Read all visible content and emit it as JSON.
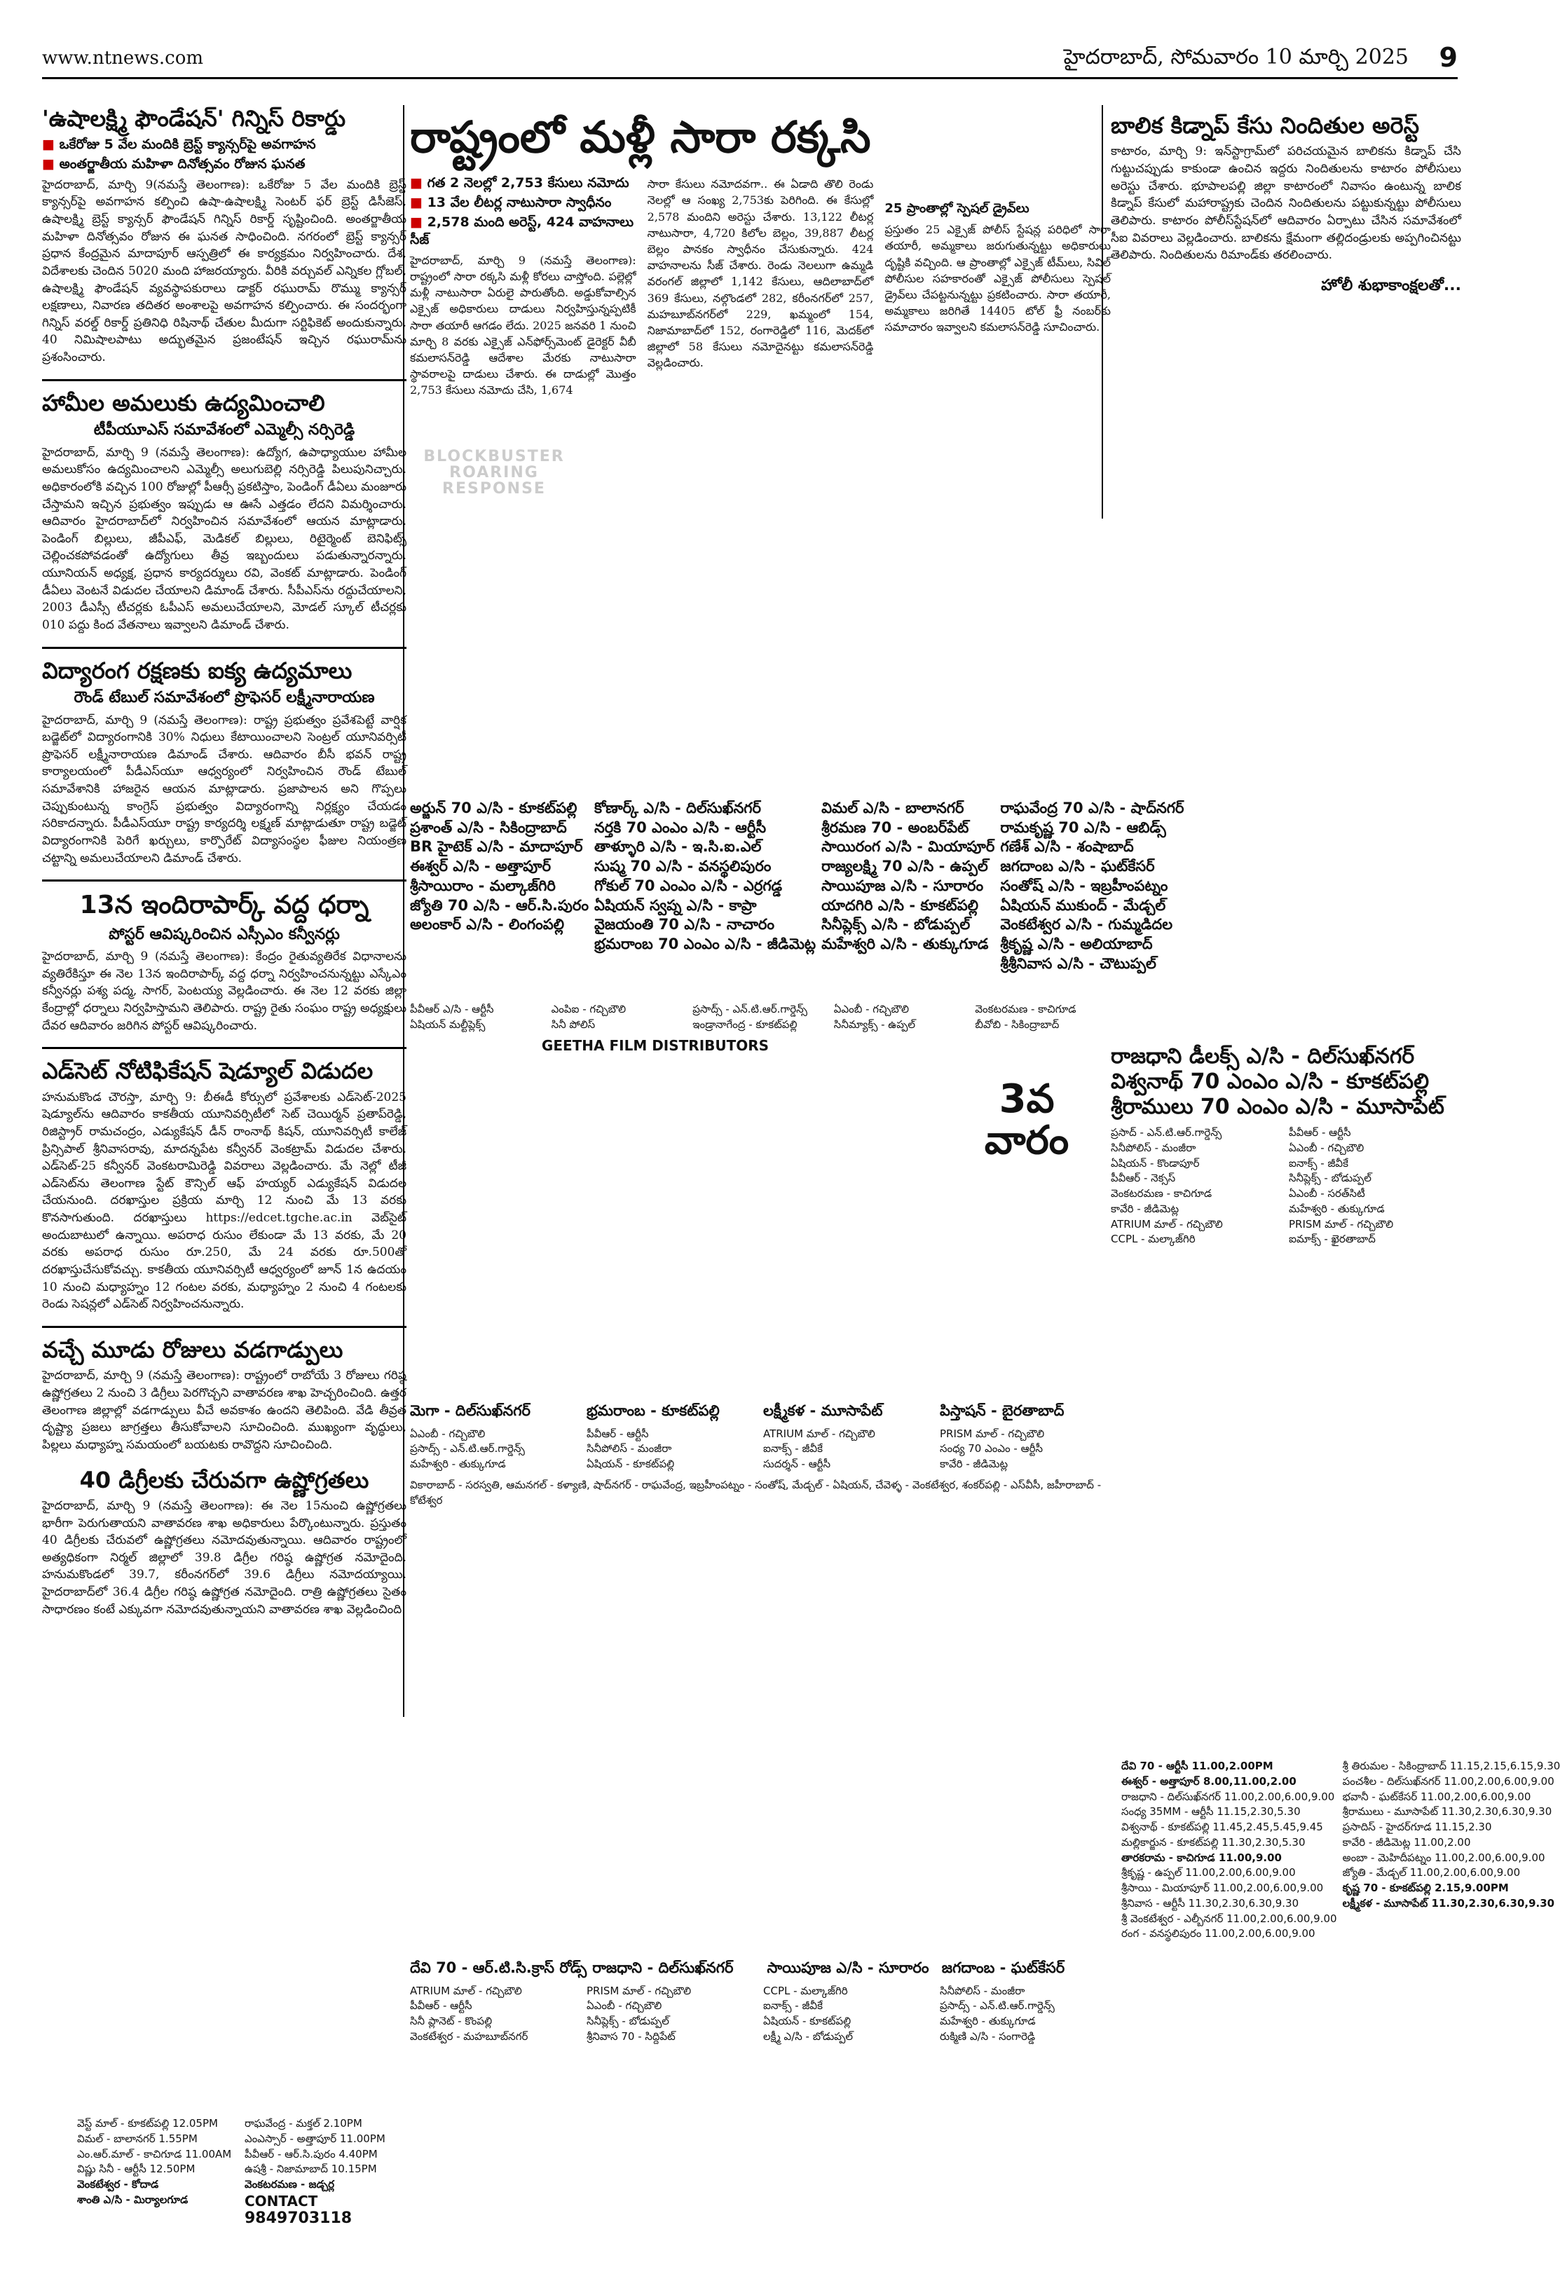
{
  "header": {
    "url": "www.ntnews.com",
    "date": "హైదరాబాద్, సోమవారం 10 మార్చి 2025",
    "page": "9"
  },
  "left_column": [
    {
      "title": "'ఉషాలక్ష్మి ఫౌండేషన్' గిన్నిస్ రికార్డు",
      "bullets": [
        "ఒకేరోజు 5 వేల మందికి బ్రెస్ట్ క్యాన్సర్‌పై అవగాహన",
        "అంతర్జాతీయ మహిళా దినోత్సవం రోజున ఘనత"
      ],
      "body": "హైదరాబాద్, మార్చి 9(నమస్తే తెలంగాణ): ఒకేరోజు 5 వేల మందికి బ్రెస్ట్ క్యాన్సర్‌పై అవగాహన కల్పించి ఉషా-ఉషాలక్ష్మి సెంటర్ ఫర్ బ్రెస్ట్ డిసీజెస్, ఉషాలక్ష్మి బ్రెస్ట్ క్యాన్సర్ ఫౌండేషన్ గిన్నిస్ రికార్డ్ సృష్టించింది. అంతర్జాతీయ మహిళా దినోత్సవం రోజున ఈ ఘనత సాధించింది. నగరంలో బ్రెస్ట్ క్యాన్సర్ ప్రధాన కేంద్రమైన మాదాపూర్ ఆస్పత్రిలో ఈ కార్యక్రమం నిర్వహించారు. దేశ, విదేశాలకు చెందిన 5020 మంది హాజరయ్యారు. వీరికి వర్చువల్ ఎన్నికల గ్లోబల్, ఉషాలక్ష్మి ఫౌండేషన్ వ్యవస్థాపకురాలు డాక్టర్ రఘురామ్ రొమ్ము క్యాన్సర్ లక్షణాలు, నివారణ తదితర అంశాలపై అవగాహన కల్పించారు. ఈ సందర్భంగా గిన్నిస్ వరల్డ్ రికార్డ్ ప్రతినిధి రిషినాథ్ చేతుల మీదుగా సర్టిఫికెట్ అందుకున్నారు. 40 నిమిషాలపాటు అద్భుతమైన ప్రజంటేషన్ ఇచ్చిన రఘురామ్‌ను ప్రశంసించారు."
    },
    {
      "title": "హామీల అమలుకు ఉద్యమించాలి",
      "subtitle": "టీపీయూఎస్ సమావేశంలో ఎమ్మెల్సీ నర్సిరెడ్డి",
      "body": "హైదరాబాద్, మార్చి 9 (నమస్తే తెలంగాణ): ఉద్యోగ, ఉపాధ్యాయుల హామీల అమలుకోసం ఉద్యమించాలని ఎమ్మెల్సీ అలుగుబెల్లి నర్సిరెడ్డి పిలుపునిచ్చారు. అధికారంలోకి వచ్చిన 100 రోజుల్లో పీఆర్సీ ప్రకటిస్తాం, పెండింగ్ డీఏలు మంజూరు చేస్తామని ఇచ్చిన ప్రభుత్వం ఇప్పుడు ఆ ఊసే ఎత్తడం లేదని విమర్శించారు. ఆదివారం హైదరాబాద్‌లో నిర్వహించిన సమావేశంలో ఆయన మాట్లాడారు. పెండింగ్ బిల్లులు, జీపీఎఫ్, మెడికల్ బిల్లులు, రిటైర్మెంట్ బెనిఫిట్స్ చెల్లించకపోవడంతో ఉద్యోగులు తీవ్ర ఇబ్బందులు పడుతున్నారన్నారు. యూనియన్ అధ్యక్ష, ప్రధాన కార్యదర్శులు రవి, వెంకట్ మాట్లాడారు. పెండింగ్ డీఏలు వెంటనే విడుదల చేయాలని డిమాండ్ చేశారు. సీపీఎస్‌ను రద్దుచేయాలని, 2003 డీఎస్సీ టీచర్లకు ఓపీఎస్ అమలుచేయాలని, మోడల్ స్కూల్ టీచర్లకు 010 పద్దు కింద వేతనాలు ఇవ్వాలని డిమాండ్ చేశారు."
    },
    {
      "title": "విద్యారంగ రక్షణకు ఐక్య ఉద్యమాలు",
      "subtitle": "రౌండ్ టేబుల్ సమావేశంలో ప్రొఫెసర్ లక్ష్మీనారాయణ",
      "body": "హైదరాబాద్, మార్చి 9 (నమస్తే తెలంగాణ): రాష్ట్ర ప్రభుత్వం ప్రవేశపెట్టే వార్షిక బడ్జెట్‌లో విద్యారంగానికి 30% నిధులు కేటాయించాలని సెంట్రల్ యూనివర్సిటీ ప్రొఫెసర్ లక్ష్మీనారాయణ డిమాండ్ చేశారు. ఆదివారం బీసీ భవన్ రాష్ట్ర కార్యాలయంలో పీడీఎస్‌యూ ఆధ్వర్యంలో నిర్వహించిన రౌండ్ టేబుల్ సమావేశానికి హాజరైన ఆయన మాట్లాడారు. ప్రజాపాలన అని గొప్పలు చెప్పుకుంటున్న కాంగ్రెస్ ప్రభుత్వం విద్యారంగాన్ని నిర్లక్ష్యం చేయడం సరికాదన్నారు. పీడీఎస్‌యూ రాష్ట్ర కార్యదర్శి లక్ష్మణ్ మాట్లాడుతూ రాష్ట్ర బడ్జెట్ విద్యారంగానికి పెరిగే ఖర్చులు, కార్పొరేట్ విద్యాసంస్థల ఫీజుల నియంత్రణ చట్టాన్ని అమలుచేయాలని డిమాండ్ చేశారు."
    },
    {
      "title": "13న ఇందిరాపార్క్ వద్ద ధర్నా",
      "subtitle": "పోస్టర్ ఆవిష్కరించిన ఎస్సీఎం కన్వీనర్లు",
      "body": "హైదరాబాద్, మార్చి 9 (నమస్తే తెలంగాణ): కేంద్రం రైతువ్యతిరేక విధానాలను వ్యతిరేకిస్తూ ఈ నెల 13న ఇందిరాపార్క్ వద్ద ధర్నా నిర్వహించనున్నట్టు ఎస్కేఎం కన్వీనర్లు పశ్య పద్మ, సాగర్, పెంటయ్య వెల్లడించారు. ఈ నెల 12 వరకు జిల్లా కేంద్రాల్లో ధర్నాలు నిర్వహిస్తామని తెలిపారు. రాష్ట్ర రైతు సంఘం రాష్ట్ర అధ్యక్షులు దేవర ఆదివారం జరిగిన పోస్టర్ ఆవిష్కరించారు."
    },
    {
      "title": "ఎడ్‌సెట్ నోటిఫికేషన్ షెడ్యూల్ విడుదల",
      "body": "హనుమకొండ చౌరస్తా, మార్చి 9: బీఈడీ కోర్సులో ప్రవేశాలకు ఎడ్‌సెట్-2025 షెడ్యూల్‌ను ఆదివారం కాకతీయ యూనివర్సిటీలో సెట్ చెయిర్మన్ ప్రతాప్‌రెడ్డి, రిజిస్ట్రార్ రామచంద్రం, ఎడ్యుకేషన్ డీన్ రాంనాథ్ కిషన్, యూనివర్సిటీ కాలేజ్ ప్రిన్సిపాల్ శ్రీనివాసరావు, మాదన్నపేట కన్వీనర్ వెంకట్రామ్ విడుదల చేశారు. ఎడ్‌సెట్-25 కన్వీనర్ వెంకటరామిరెడ్డి వివరాలు వెల్లడించారు. మే నెల్లో టీజీ ఎడ్‌సెట్‌ను తెలంగాణ స్టేట్ కౌన్సిల్ ఆఫ్ హయ్యర్ ఎడ్యుకేషన్ విడుదల చేయనుంది. దరఖాస్తుల ప్రక్రియ మార్చి 12 నుంచి మే 13 వరకు కొనసాగుతుంది. దరఖాస్తులు https://edcet.tgche.ac.in వెబ్‌సైట్ అందుబాటులో ఉన్నాయి. అపరాధ రుసుం లేకుండా మే 13 వరకు, మే 20 వరకు అపరాధ రుసుం రూ.250, మే 24 వరకు రూ.500తో దరఖాస్తుచేసుకోవచ్చు. కాకతీయ యూనివర్సిటీ ఆధ్వర్యంలో జూన్ 1న ఉదయం 10 నుంచి మధ్యాహ్నం 12 గంటల వరకు, మధ్యాహ్నం 2 నుంచి 4 గంటలకు రెండు సెషన్లలో ఎడ్‌సెట్ నిర్వహించనున్నారు."
    },
    {
      "title": "వచ్చే మూడు రోజులు వడగాడ్పులు",
      "body": "హైదరాబాద్, మార్చి 9 (నమస్తే తెలంగాణ): రాష్ట్రంలో రాబోయే 3 రోజులు గరిష్ఠ ఉష్ణోగ్రతలు 2 నుంచి 3 డిగ్రీలు పెరగొచ్చని వాతావరణ శాఖ హెచ్చరించింది. ఉత్తర తెలంగాణ జిల్లాల్లో వడగాడ్పులు వీచే అవకాశం ఉందని తెలిపింది. వేడి తీవ్రత దృష్ట్యా ప్రజలు జాగ్రత్తలు తీసుకోవాలని సూచించింది. ముఖ్యంగా వృద్ధులు, పిల్లలు మధ్యాహ్న సమయంలో బయటకు రావొద్దని సూచించింది."
    },
    {
      "title": "40 డిగ్రీలకు చేరువగా ఉష్ణోగ్రతలు",
      "body": "హైదరాబాద్, మార్చి 9 (నమస్తే తెలంగాణ): ఈ నెల 15నుంచి ఉష్ణోగ్రతలు భారీగా పెరుగుతాయని వాతావరణ శాఖ అధికారులు పేర్కొంటున్నారు. ప్రస్తుతం 40 డిగ్రీలకు చేరువలో ఉష్ణోగ్రతలు నమోదవుతున్నాయి. ఆదివారం రాష్ట్రంలో అత్యధికంగా నిర్మల్ జిల్లాలో 39.8 డిగ్రీల గరిష్ఠ ఉష్ణోగ్రత నమోదైంది. హనుమకొండలో 39.7, కరీంనగర్‌లో 39.6 డిగ్రీలు నమోదయ్యాయి. హైదరాబాద్‌లో 36.4 డిగ్రీల గరిష్ఠ ఉష్ణోగ్రత నమోదైంది. రాత్రి ఉష్ణోగ్రతలు సైతం సాధారణం కంటే ఎక్కువగా నమోదవుతున్నాయని వాతావరణ శాఖ వెల్లడించింది."
    }
  ],
  "lead": {
    "title": "రాష్ట్రంలో మళ్లీ సారా రక్కసి",
    "bullets": [
      "గత 2 నెలల్లో 2,753 కేసులు నమోదు",
      "13 వేల లీటర్ల నాటుసారా స్వాధీనం",
      "2,578 మంది అరెస్ట్, 424 వాహనాలు సీజ్"
    ],
    "col1": "హైదరాబాద్, మార్చి 9 (నమస్తే తెలంగాణ): రాష్ట్రంలో సారా రక్కసి మళ్లీ కోరలు చాస్తోంది. పల్లెల్లో మళ్లీ నాటుసారా ఏరులై పారుతోంది. అడ్డుకోవాల్సిన ఎక్సైజ్ అధికారులు దాడులు నిర్వహిస్తున్నప్పటికీ సారా తయారీ ఆగడం లేదు. 2025 జనవరి 1 నుంచి మార్చి 8 వరకు ఎక్సైజ్ ఎన్‌ఫోర్స్‌మెంట్ డైరెక్టర్ వీబీ కమలాసన్‌రెడ్డి ఆదేశాల మేరకు నాటుసారా స్థావరాలపై దాడులు చేశారు. ఈ దాడుల్లో మొత్తం 2,753 కేసులు నమోదు చేసి, 1,674",
    "col2": "సారా కేసులు నమోదవగా.. ఈ ఏడాది తొలి రెండు నెలల్లో ఆ సంఖ్య 2,753కు పెరిగింది. ఈ కేసుల్లో 2,578 మందిని అరెస్టు చేశారు. 13,122 లీటర్ల నాటుసారా, 4,720 కిలోల బెల్లం, 39,887 లీటర్ల బెల్లం పానకం స్వాధీనం చేసుకున్నారు. 424 వాహనాలను సీజ్ చేశారు. రెండు నెలలుగా ఉమ్మడి వరంగల్ జిల్లాలో 1,142 కేసులు, ఆదిలాబాద్‌లో 369 కేసులు, నల్గొండలో 282, కరీంనగర్‌లో 257, మహబూబ్‌నగర్‌లో 229, ఖమ్మంలో 154, నిజామాబాద్‌లో 152, రంగారెడ్డిలో 116, మెదక్‌లో జిల్లాలో 58 కేసులు నమోదైనట్టు కమలాసన్‌రెడ్డి వెల్లడించారు.",
    "col3_head": "25 ప్రాంతాల్లో స్పెషల్ డ్రైవ్‌లు",
    "col3": "ప్రస్తుతం 25 ఎక్సైజ్ పోలీస్ స్టేషన్ల పరిధిలో సారా తయారీ, అమ్మకాలు జరుగుతున్నట్టు అధికారులు దృష్టికి వచ్చింది. ఆ ప్రాంతాల్లో ఎక్సైజ్ టీమ్‌లు, సివిల్ పోలీసుల సహకారంతో ఎక్సైజ్ పోలీసులు స్పెషల్ డ్రైవ్‌లు చేపట్టనున్నట్టు ప్రకటించారు. సారా తయారీ, అమ్మకాలు జరిగితే 14405 టోల్ ఫ్రీ నంబర్‌కు సమాచారం ఇవ్వాలని కమలాసన్‌రెడ్డి సూచించారు."
  },
  "right_story": {
    "title": "బాలిక కిడ్నాప్ కేసు నిందితుల అరెస్ట్",
    "body": "కాటారం, మార్చి 9: ఇన్‌స్టాగ్రామ్‌లో పరిచయమైన బాలికను కిడ్నాప్ చేసి గుట్టుచప్పుడు కాకుండా ఉంచిన ఇద్దరు నిందితులను కాటారం పోలీసులు అరెస్టు చేశారు. భూపాలపల్లి జిల్లా కాటారంలో నివాసం ఉంటున్న బాలిక కిడ్నాప్ కేసులో మహారాష్ట్రకు చెందిన నిందితులను పట్టుకున్నట్టు పోలీసులు తెలిపారు. కాటారం పోలీస్‌స్టేషన్‌లో ఆదివారం ఏర్పాటు చేసిన సమావేశంలో సీఐ వివరాలు వెల్లడించారు. బాలికను క్షేమంగా తల్లిదండ్రులకు అప్పగించినట్టు తెలిపారు. నిందితులను రిమాండ్‌కు తరలించారు.",
    "holi": "హోలీ శుభాకాంక్షలతో..."
  },
  "ad1": {
    "stamp": [
      "BLOCKBUSTER",
      "ROARING",
      "RESPONSE"
    ],
    "cols": [
      [
        "అర్జున్ 70 ఎ/సి - కూకట్‌పల్లి",
        "ప్రశాంత్ ఎ/సి - సికింద్రాబాద్",
        "BR హైటెక్ ఎ/సి - మాదాపూర్",
        "ఈశ్వర్ ఎ/సి - అత్తాపూర్",
        "శ్రీసాయిరాం - మల్కాజ్‌గిరి",
        "జ్యోతి 70 ఎ/సి - ఆర్.సి.పురం",
        "అలంకార్ ఎ/సి - లింగంపల్లి"
      ],
      [
        "కోణార్క్ ఎ/సి - దిల్‌సుఖ్‌నగర్",
        "నర్తకి 70 ఎంఎం ఎ/సి - ఆర్టీసీ",
        "తాళ్ళూరి ఎ/సి - ఇ.సి.ఐ.ఎల్",
        "సుష్మ 70 ఎ/సి - వనస్థలిపురం",
        "గోకుల్ 70 ఎంఎం ఎ/సి - ఎర్రగడ్డ",
        "ఏషియన్ స్వప్న ఎ/సి - కాప్రా",
        "వైజయంతి 70 ఎ/సి - నాచారం",
        "భ్రమరాంబ 70 ఎంఎం ఎ/సి - జీడిమెట్ల"
      ],
      [
        "విమల్ ఎ/సి - బాలానగర్",
        "శ్రీరమణ 70 - అంబర్‌పేట్",
        "సాయిరంగ ఎ/సి - మియాపూర్",
        "రాజ్యలక్ష్మి 70 ఎ/సి - ఉప్పల్",
        "సాయిపూజ ఎ/సి - సూరారం",
        "యాదగిరి ఎ/సి - కూకట్‌పల్లి",
        "సినీప్లెక్స్ ఎ/సి - బోడుప్పల్",
        "మహేశ్వరి ఎ/సి - తుక్కుగూడ"
      ],
      [
        "రాఘవేంద్ర 70 ఎ/సి - షాద్‌నగర్",
        "రామకృష్ణ 70 ఎ/సి - ఆబిడ్స్",
        "గణేశ్ ఎ/సి - శంషాబాద్",
        "జగదాంబ ఎ/సి - ఘట్‌కేసర్",
        "సంతోష్ ఎ/సి - ఇబ్రహీంపట్నం",
        "ఏషియన్ ముకుంద్ - మేడ్చల్",
        "వెంకటేశ్వర ఎ/సి - గుమ్మడిదల",
        "శ్రీకృష్ణ ఎ/సి - అలియాబాద్",
        "శ్రీశ్రీనివాస ఎ/సి - చౌటుప్పల్"
      ]
    ],
    "small": [
      "పీవీఆర్ ఎ/సి - ఆర్టీసీ",
      "ఎంపిఐ - గచ్చిబౌలి",
      "ప్రసాద్స్ - ఎన్.టి.ఆర్.గార్డెన్స్",
      "ఏఎంబీ - గచ్చిబౌలి",
      "వెంకటరమణ - కాచిగూడ",
      "ఏషియన్ మల్టీప్లెక్స్",
      "సినీ పోలిస్",
      "ఇండ్రానాగేంద్ర - కూకట్‌పల్లి",
      "సినీమ్యాక్స్ - ఉప్పల్",
      "బీవోబి - సికింద్రాబాద్"
    ],
    "distributor": "GEETHA FILM DISTRIBUTORS",
    "week": "3వ వారం"
  },
  "ad2": {
    "titles": [
      "రాజధాని డీలక్స్ ఎ/సి - దిల్‌సుఖ్‌నగర్",
      "విశ్వనాథ్ 70 ఎంఎం ఎ/సి - కూకట్‌పల్లి",
      "శ్రీరాములు 70 ఎంఎం ఎ/సి - మూసాపేట్"
    ],
    "theatres": [
      "ప్రసాద్ - ఎన్.టి.ఆర్.గార్డెన్స్",
      "పీవీఆర్ - ఆర్టీసీ",
      "సినీపోలిస్ - మంజీరా",
      "ఏఎంబీ - గచ్చిబౌలి",
      "ఏషియన్ - కొండాపూర్",
      "ఐనాక్స్ - జీవీకే",
      "పీవీఆర్ - నెక్సస్",
      "సినీప్లెక్స్ - బోడుప్పల్",
      "వెంకటరమణ - కాచిగూడ",
      "ఏఎంబీ - సరత్‌సిటీ",
      "కావేరి - జీడిమెట్ల",
      "మహేశ్వరి - తుక్కుగూడ",
      "ATRIUM మాల్ - గచ్చిబౌలి",
      "PRISM మాల్ - గచ్చిబౌలి",
      "CCPL - మల్కాజ్‌గిరి",
      "ఐమాక్స్ - ఖైరతాబాద్"
    ]
  },
  "ad3": {
    "titles": [
      "మెగా - దిల్‌సుఖ్‌నగర్",
      "భ్రమరాంబ - కూకట్‌పల్లి",
      "లక్ష్మీకళ - మూసాపేట్",
      "పిస్తాషన్ - బైరతాబాద్"
    ],
    "theatres": [
      "ఏఎంబీ - గచ్చిబౌలి",
      "పీవీఆర్ - ఆర్టీసీ",
      "ATRIUM మాల్ - గచ్చిబౌలి",
      "PRISM మాల్ - గచ్చిబౌలి",
      "ప్రసాద్స్ - ఎన్.టి.ఆర్.గార్డెన్స్",
      "సినీపోలిస్ - మంజీరా",
      "ఐనాక్స్ - జీవీకే",
      "సంధ్య 70 ఎంఎం - ఆర్టీసీ",
      "మహేశ్వరి - తుక్కుగూడ",
      "ఏషియన్ - కూకట్‌పల్లి",
      "సుదర్శన్ - ఆర్టీసీ",
      "కావేరి - జీడిమెట్ల"
    ],
    "footer": "వికారాబాద్ - సరస్వతి, ఆమనగల్ - కళ్యాణి, షాద్‌నగర్ - రాఘవేంద్ర, ఇబ్రహీంపట్నం - సంతోష్, మేడ్చల్ - ఏషియన్, చేవెళ్ళ - వెంకటేశ్వర, శంకర్‌పల్లి - ఎస్‌వీసీ, జహీరాబాద్ - కోటేశ్వర"
  },
  "ad4": {
    "titles": [
      "దేవి 70 - ఆర్.టి.సి.క్రాస్ రోడ్స్",
      "రాజధాని - దిల్‌సుఖ్‌నగర్",
      "సాయిపూజ ఎ/సి - సూరారం",
      "జగదాంబ - ఘట్‌కేసర్"
    ],
    "theatres": [
      "ATRIUM మాల్ - గచ్చిబౌలి",
      "PRISM మాల్ - గచ్చిబౌలి",
      "CCPL - మల్కాజ్‌గిరి",
      "సినీపోలిస్ - మంజీరా",
      "పీవీఆర్ - ఆర్టీసీ",
      "ఏఎంబీ - గచ్చిబౌలి",
      "ఐనాక్స్ - జీవీకే",
      "ప్రసాద్స్ - ఎన్.టి.ఆర్.గార్డెన్స్",
      "సినీ ప్లానెట్ - కొంపల్లి",
      "సినీప్లెక్స్ - బోడుప్పల్",
      "ఏషియన్ - కూకట్‌పల్లి",
      "మహేశ్వరి - తుక్కుగూడ",
      "వెంకటేశ్వర - మహబూబ్‌నగర్",
      "శ్రీనివాస 70 - సిద్దిపేట్",
      "లక్ష్మీ ఎ/సి - బోడుప్పల్",
      "రుక్మిణి ఎ/సి - సంగారెడ్డి"
    ],
    "times": [
      "వెస్ట్ మాల్ - కూకట్‌పల్లి 12.05PM",
      "విమల్ - బాలానగర్ 1.55PM",
      "ఎం.ఆర్.మాల్ - కాచిగూడ 11.00AM",
      "విష్ణు సినీ - ఆర్టీసీ 12.50PM",
      "వెంకటేశ్వర - కోదాడ",
      "శాంతి ఎ/సి - మిర్యాలగూడ"
    ],
    "times2": [
      "రాఘవేంద్ర - మక్తల్ 2.10PM",
      "ఎంఎస్సార్ - అత్తాపూర్ 11.00PM",
      "పీవీఆర్ - ఆర్.సి.పురం 4.40PM",
      "ఉషశ్రీ - నిజామాబాద్ 10.15PM",
      "వెంకటరమణ - జడ్చర్ల"
    ],
    "contact_label": "CONTACT",
    "contact": "9849703118"
  },
  "ad5": {
    "lines": [
      "దేవి 70 - ఆర్టీసీ 11.00,2.00PM",
      "ఈశ్వర్ - అత్తాపూర్ 8.00,11.00,2.00",
      "రాజధాని - దిల్‌సుఖ్‌నగర్ 11.00,2.00,6.00,9.00",
      "సంధ్య 35MM - ఆర్టీసీ 11.15,2.30,5.30",
      "విశ్వనాథ్ - కూకట్‌పల్లి 11.45,2.45,5.45,9.45",
      "మల్లికార్జున - కూకట్‌పల్లి 11.30,2.30,5.30",
      "తారకరామ - కాచిగూడ 11.00,9.00",
      "శ్రీకృష్ణ - ఉప్పల్ 11.00,2.00,6.00,9.00",
      "శ్రీసాయి - మియాపూర్ 11.00,2.00,6.00,9.00",
      "శ్రీనివాస - ఆర్టీసీ 11.30,2.30,6.30,9.30",
      "శ్రీ వెంకటేశ్వర - ఎల్బీనగర్ 11.00,2.00,6.00,9.00",
      "రంగ - వనస్థలిపురం 11.00,2.00,6.00,9.00"
    ],
    "lines2": [
      "శ్రీ తిరుమల - సికింద్రాబాద్ 11.15,2.15,6.15,9.30",
      "పంచశీల - దిల్‌సుఖ్‌నగర్ 11.00,2.00,6.00,9.00",
      "భవానీ - ఘట్‌కేసర్ 11.00,2.00,6.00,9.00",
      "శ్రీరాములు - మూసాపేట్ 11.30,2.30,6.30,9.30",
      "ప్రసాదిస్ - హైదర్‌గూడ 11.15,2.30",
      "కావేరి - జీడిమెట్ల 11.00,2.00",
      "అంబా - మెహిదీపట్నం 11.00,2.00,6.00,9.00",
      "జ్యోతి - మేడ్చల్ 11.00,2.00,6.00,9.00",
      "కృష్ణ 70 - కూకట్‌పల్లి 2.15,9.00PM",
      "లక్ష్మీకళ - మూసాపేట్ 11.30,2.30,6.30,9.30"
    ]
  }
}
